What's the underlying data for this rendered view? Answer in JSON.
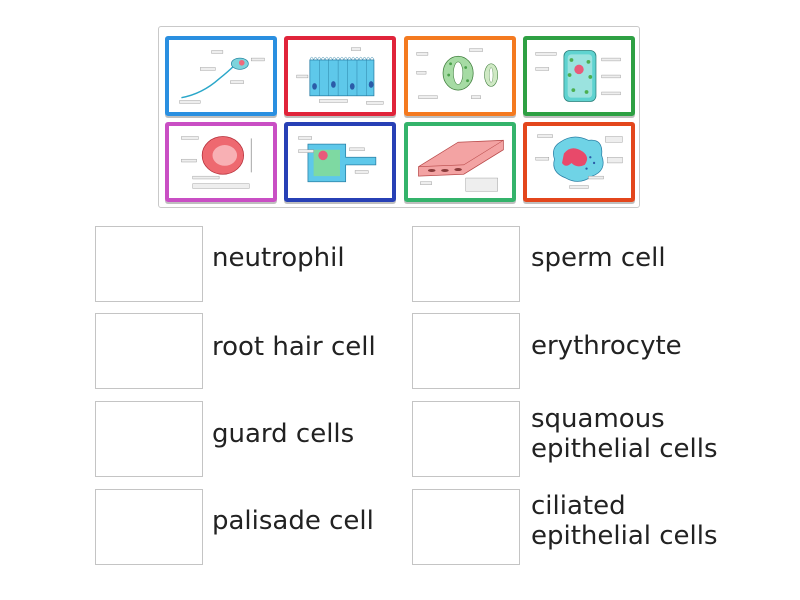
{
  "tiles": [
    {
      "name": "tile-sperm-cell-diagram",
      "border": "#2a8fe0"
    },
    {
      "name": "tile-ciliated-epithelial-diagram",
      "border": "#e0243a"
    },
    {
      "name": "tile-root-hair-diagram",
      "border": "#f47a20"
    },
    {
      "name": "tile-palisade-cell-diagram",
      "border": "#2ea043"
    },
    {
      "name": "tile-erythrocyte-diagram",
      "border": "#c94fc4"
    },
    {
      "name": "tile-nerve-cell-diagram",
      "border": "#2740b5"
    },
    {
      "name": "tile-squamous-epithelial-diagram",
      "border": "#34b36b"
    },
    {
      "name": "tile-neutrophil-diagram",
      "border": "#e3461c"
    }
  ],
  "pairs": [
    {
      "label": "neutrophil",
      "label2": ""
    },
    {
      "label": "sperm cell",
      "label2": ""
    },
    {
      "label": "root hair cell",
      "label2": ""
    },
    {
      "label": "erythrocyte",
      "label2": ""
    },
    {
      "label": "guard cells",
      "label2": ""
    },
    {
      "label": "squamous",
      "label2": "epithelial cells"
    },
    {
      "label": "palisade cell",
      "label2": ""
    },
    {
      "label": "ciliated",
      "label2": "epithelial cells"
    }
  ]
}
